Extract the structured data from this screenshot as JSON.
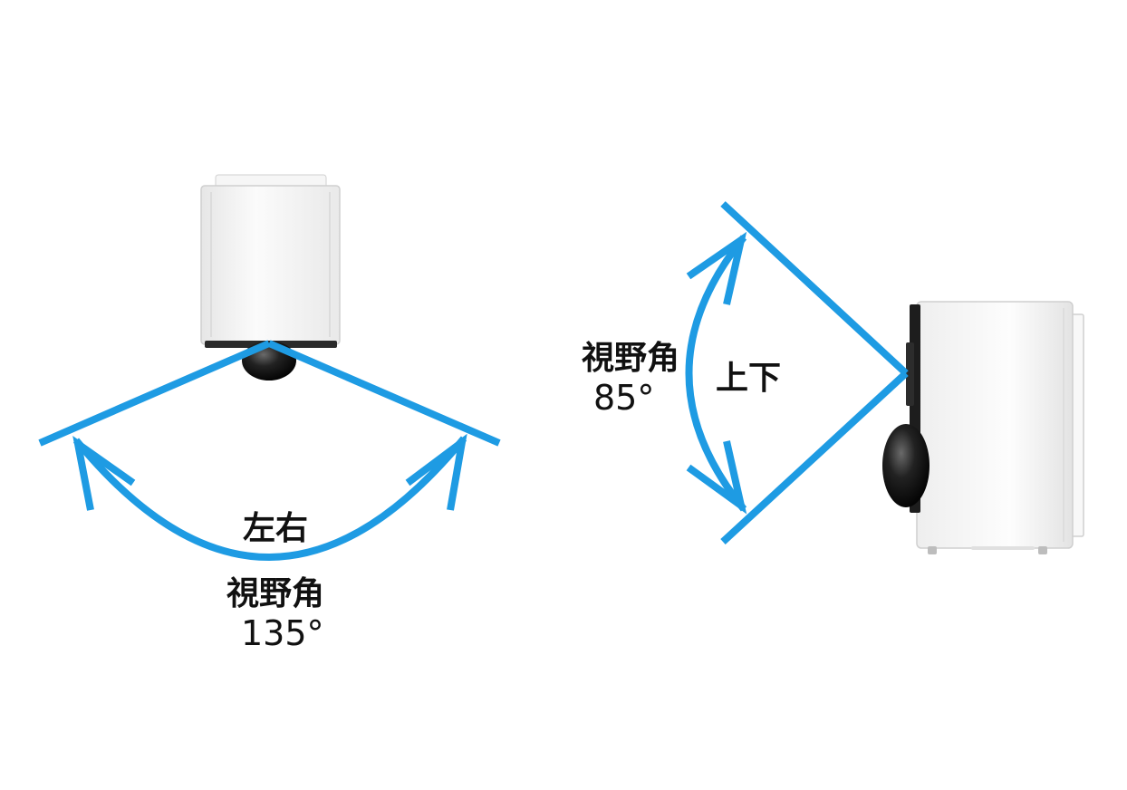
{
  "horizontal": {
    "direction_label": "左右",
    "name_label": "視野角",
    "angle_label": "135°"
  },
  "vertical": {
    "direction_label": "上下",
    "name_label": "視野角",
    "angle_label": "85°"
  },
  "colors": {
    "accent": "#1E9BE3",
    "camera_body": "#F2F2F2",
    "camera_edge": "#C8C8C8",
    "lens": "#1A1A1A"
  }
}
